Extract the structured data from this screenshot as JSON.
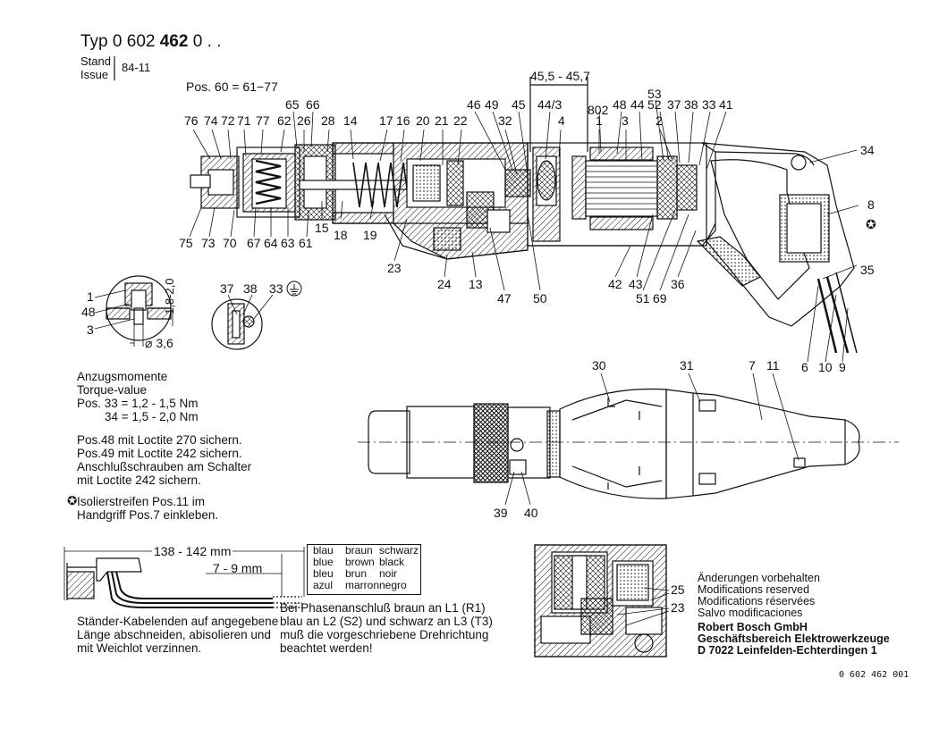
{
  "header": {
    "title_prefix": "Typ 0 602",
    "title_bold": "462",
    "title_suffix": "0 . .",
    "stand": "Stand",
    "issue": "Issue",
    "date": "84-11",
    "pos_note": "Pos. 60 = 61−77"
  },
  "dimension_top": "45,5 - 45,7",
  "callouts": {
    "top_row": [
      "76",
      "74",
      "72",
      "71",
      "77",
      "62",
      "26",
      "65",
      "66",
      "28",
      "14",
      "17",
      "16",
      "20",
      "21",
      "22",
      "46",
      "49",
      "32",
      "45",
      "44/3",
      "4",
      "802",
      "1",
      "48",
      "3",
      "44",
      "53",
      "52",
      "2",
      "37",
      "38",
      "33",
      "41"
    ],
    "bottom_row": [
      "75",
      "73",
      "70",
      "67",
      "64",
      "63",
      "61",
      "15",
      "18",
      "19",
      "23",
      "24",
      "13",
      "47",
      "50",
      "42",
      "43",
      "51",
      "69",
      "36"
    ],
    "right": [
      "34",
      "8",
      "35",
      "6",
      "10",
      "9"
    ]
  },
  "detail_left": {
    "labels": [
      "1",
      "48",
      "3"
    ],
    "dim_v": "1,8-2,0",
    "dim_d": "⌀ 3,6"
  },
  "detail_ground": {
    "labels": [
      "37",
      "38",
      "33"
    ]
  },
  "torque": {
    "lines": [
      "Anzugsmomente",
      "Torque-value",
      "Pos. 33 = 1,2 - 1,5 Nm",
      "34 = 1,5 - 2,0 Nm"
    ]
  },
  "loctite": {
    "lines": [
      "Pos.48 mit Loctite 270 sichern.",
      "Pos.49 mit Loctite 242 sichern.",
      "Anschlußschrauben am Schalter",
      "mit Loctite 242 sichern."
    ]
  },
  "insulation": {
    "lines": [
      "Isolierstreifen Pos.11 im",
      "Handgriff Pos.7 einkleben."
    ]
  },
  "exterior_callouts": [
    "30",
    "31",
    "7",
    "11",
    "39",
    "40"
  ],
  "cable": {
    "dim1": "138 - 142 mm",
    "dim2": "7 - 9 mm",
    "lines": [
      "Ständer-Kabelenden auf angegebene",
      "Länge abschneiden, abisolieren und",
      "mit Weichlot verzinnen."
    ]
  },
  "color_table": [
    [
      "blau",
      "braun",
      "schwarz"
    ],
    [
      "blue",
      "brown",
      "black"
    ],
    [
      "bleu",
      "brun",
      "noir"
    ],
    [
      "azul",
      "marron",
      "negro"
    ]
  ],
  "phase": {
    "lines": [
      "Bei Phasenanschluß braun an L1 (R1)",
      "blau an L2 (S2) und schwarz an L3 (T3)",
      "muß die vorgeschriebene Drehrichtung",
      "beachtet werden!"
    ]
  },
  "section_callouts": [
    "25",
    "23"
  ],
  "modifications": {
    "lines": [
      "Änderungen vorbehalten",
      "Modifications reserved",
      "Modifications réservées",
      "Salvo modificaciones"
    ]
  },
  "company": {
    "lines": [
      "Robert Bosch GmbH",
      "Geschäftsbereich Elektrowerkzeuge",
      "D 7022 Leinfelden-Echterdingen 1"
    ]
  },
  "doc_number": "0 602 462 001"
}
